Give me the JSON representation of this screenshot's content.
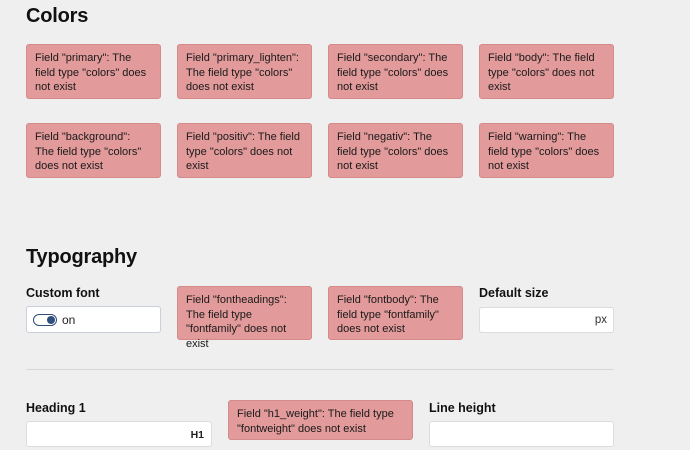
{
  "colors": {
    "title": "Colors",
    "errors": [
      "Field \"primary\": The field type \"colors\" does not exist",
      "Field \"primary_lighten\": The field type \"colors\" does not exist",
      "Field \"secondary\": The field type \"colors\" does not exist",
      "Field \"body\": The field type \"colors\" does not exist",
      "Field \"background\": The field type \"colors\" does not exist",
      "Field \"positiv\": The field type \"colors\" does not exist",
      "Field \"negativ\": The field type \"colors\" does not exist",
      "Field \"warning\": The field type \"colors\" does not exist"
    ]
  },
  "typography": {
    "title": "Typography",
    "custom_font": {
      "label": "Custom font",
      "toggle_text": "on",
      "enabled": true
    },
    "errors": [
      "Field \"fontheadings\": The field type \"fontfamily\" does not exist",
      "Field \"fontbody\": The field type \"fontfamily\" does not exist"
    ],
    "default_size": {
      "label": "Default size",
      "value": "",
      "unit": "px"
    },
    "heading1": {
      "label": "Heading 1",
      "value": "",
      "badge": "H1"
    },
    "h1_weight_error": "Field \"h1_weight\": The field type \"fontweight\" does not exist",
    "line_height": {
      "label": "Line height",
      "value": ""
    }
  },
  "colors_theme": {
    "error_bg": "#e29a9a",
    "page_bg": "#efefef",
    "toggle_accent": "#2e4f80"
  }
}
